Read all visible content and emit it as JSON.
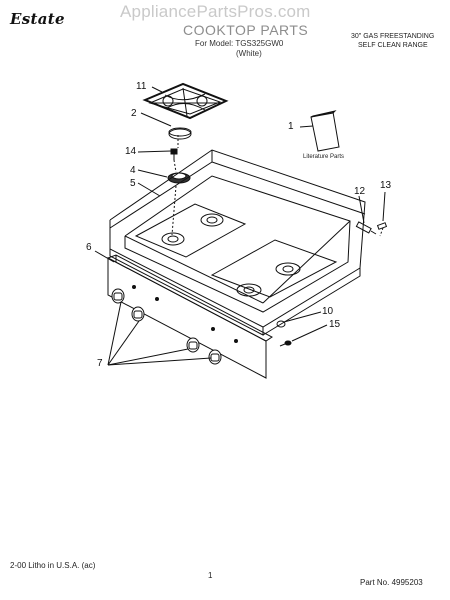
{
  "header": {
    "brand": "Estate",
    "watermark": "AppliancePartsPros.com",
    "title": "COOKTOP PARTS",
    "model_line": "For Model: TGS325GW0",
    "color_line": "(White)",
    "range_line1": "30\" GAS FREESTANDING",
    "range_line2": "SELF CLEAN RANGE"
  },
  "callouts": {
    "c1": "1",
    "c2": "2",
    "c4": "4",
    "c5": "5",
    "c6": "6",
    "c7": "7",
    "c10": "10",
    "c11": "11",
    "c12": "12",
    "c13": "13",
    "c14": "14",
    "c15": "15"
  },
  "literature_label": "Literature Parts",
  "footer": {
    "litho": "2-00 Litho in U.S.A. (ac)",
    "page": "1",
    "part_number": "Part No. 4995203"
  }
}
